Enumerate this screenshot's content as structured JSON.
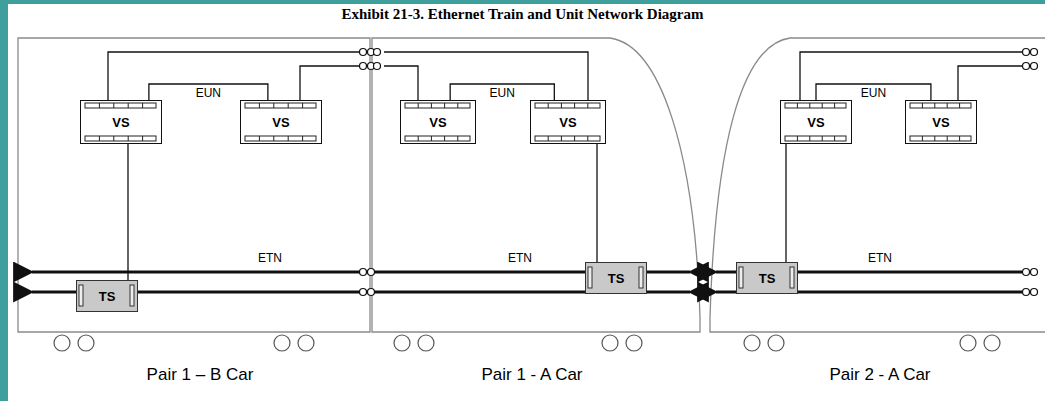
{
  "diagram": {
    "title": "Exhibit 21-3. Ethernet Train and Unit Network Diagram",
    "nodes": [
      {
        "text": [
          "VS"
        ]
      },
      {
        "text": [
          "VS"
        ]
      },
      {
        "text": [
          "VS"
        ]
      },
      {
        "text": [
          "VS"
        ]
      },
      {
        "text": [
          "VS"
        ]
      },
      {
        "text": [
          "VS"
        ]
      },
      {
        "text": [
          "TS"
        ]
      },
      {
        "text": [
          "TS"
        ]
      },
      {
        "text": [
          "TS"
        ]
      }
    ],
    "edges": [
      {
        "from": 0,
        "to": 1,
        "label": "EUN",
        "arrow": "none"
      },
      {
        "from": 2,
        "to": 3,
        "label": "EUN",
        "arrow": "none"
      },
      {
        "from": 4,
        "to": 5,
        "label": "EUN",
        "arrow": "none"
      },
      {
        "from": 0,
        "to": 6,
        "arrow": "none"
      },
      {
        "from": 3,
        "to": 7,
        "arrow": "none"
      },
      {
        "from": 4,
        "to": 8,
        "arrow": "none"
      }
    ],
    "labels": [
      "ETN",
      "ETN",
      "ETN",
      "Pair 1 – B Car",
      "Pair 1 - A Car",
      "Pair 2 - A Car"
    ]
  }
}
